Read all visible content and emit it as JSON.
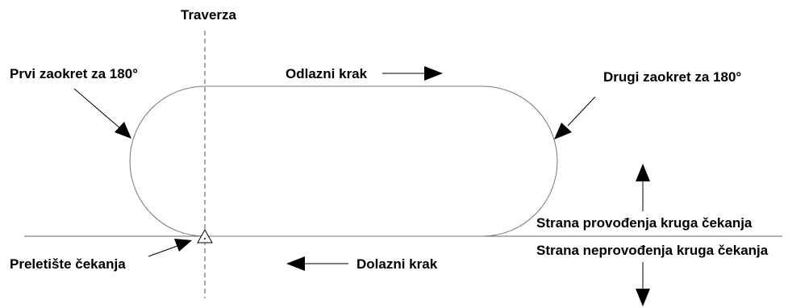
{
  "diagram": {
    "labels": {
      "traverza": "Traverza",
      "first_turn": "Prvi zaokret za 180°",
      "outbound_leg": "Odlazni krak",
      "second_turn": "Drugi zaokret za 180°",
      "holding_side": "Strana provođenja kruga čekanja",
      "non_holding_side": "Strana neprovođenja kruga čekanja",
      "holding_fix": "Preletište čekanja",
      "inbound_leg": "Dolazni krak"
    }
  }
}
